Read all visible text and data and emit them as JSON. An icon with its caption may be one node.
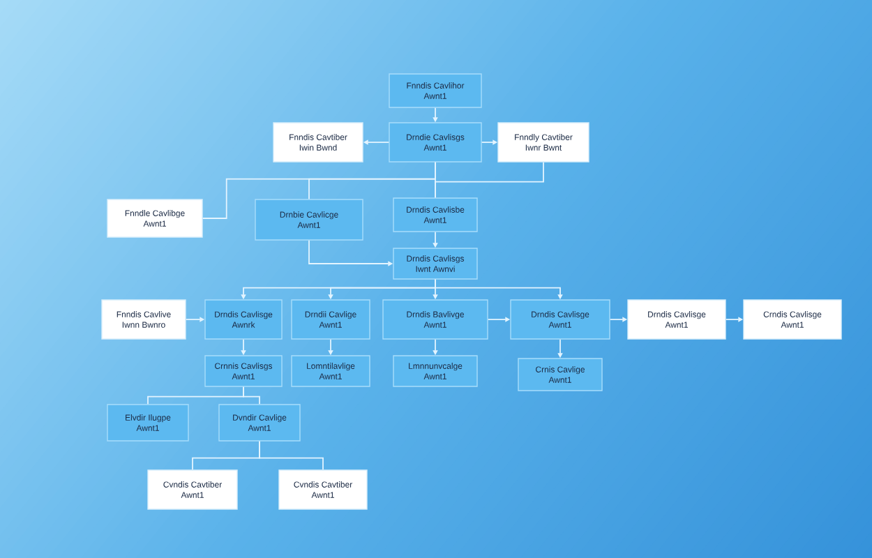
{
  "diagram": {
    "nodes": [
      {
        "text": [
          "Fnndis Cavlihor Awnt1"
        ]
      },
      {
        "text": [
          "Drndie Cavlisgs Awnt1"
        ]
      },
      {
        "text": [
          "Fnndis Cavtiber Iwin Bwnd"
        ]
      },
      {
        "text": [
          "Fnndly Cavtiber Iwnr Bwnt"
        ]
      },
      {
        "text": [
          "Fnndle Cavlibge Awnt1"
        ]
      },
      {
        "text": [
          "Drnbie Cavlicge Awnt1"
        ]
      },
      {
        "text": [
          "Drndis Cavlisbe Awnt1"
        ]
      },
      {
        "text": [
          "Drndis Cavlisgs Iwnt Awnvi"
        ]
      },
      {
        "text": [
          "Fnndis Cavlive Iwnn Bwnro"
        ]
      },
      {
        "text": [
          "Drndis Cavlisge Awnrk"
        ]
      },
      {
        "text": [
          "Drndii Cavlige Awnt1"
        ]
      },
      {
        "text": [
          "Drndis Bavlivge Awnt1"
        ]
      },
      {
        "text": [
          "Drndis Cavlisge Awnt1"
        ]
      },
      {
        "text": [
          "Drndis Cavlisge Awnt1"
        ]
      },
      {
        "text": [
          "Crndis Cavlisge Awnt1"
        ]
      },
      {
        "text": [
          "Crnnis Cavlisgs Awnt1"
        ]
      },
      {
        "text": [
          "Lomntilavlige Awnt1"
        ]
      },
      {
        "text": [
          "Lmnnunvcalge Awnt1"
        ]
      },
      {
        "text": [
          "Crnis Cavlige Awnt1"
        ]
      },
      {
        "text": [
          "Elvdir Ilugpe Awnt1"
        ]
      },
      {
        "text": [
          "Dvndir Cavlige Awnt1"
        ]
      },
      {
        "text": [
          "Cvndis Cavtiber Awnt1"
        ]
      },
      {
        "text": [
          "Cvndis Cavtiber Awnt1"
        ]
      }
    ],
    "edges": [
      {
        "from": 0,
        "to": 1,
        "arrow": "to"
      },
      {
        "from": 1,
        "to": 2,
        "arrow": "to"
      },
      {
        "from": 1,
        "to": 3,
        "arrow": "to"
      },
      {
        "from": 1,
        "to": 4,
        "arrow": "none"
      },
      {
        "from": 1,
        "to": 5,
        "arrow": "none"
      },
      {
        "from": 1,
        "to": 6,
        "arrow": "none"
      },
      {
        "from": 3,
        "to": 6,
        "arrow": "none"
      },
      {
        "from": 6,
        "to": 7,
        "arrow": "to"
      },
      {
        "from": 5,
        "to": 7,
        "arrow": "to"
      },
      {
        "from": 7,
        "to": 9,
        "arrow": "to"
      },
      {
        "from": 7,
        "to": 10,
        "arrow": "to"
      },
      {
        "from": 7,
        "to": 11,
        "arrow": "to"
      },
      {
        "from": 7,
        "to": 12,
        "arrow": "to"
      },
      {
        "from": 8,
        "to": 9,
        "arrow": "to"
      },
      {
        "from": 11,
        "to": 12,
        "arrow": "to"
      },
      {
        "from": 12,
        "to": 13,
        "arrow": "to"
      },
      {
        "from": 13,
        "to": 14,
        "arrow": "to"
      },
      {
        "from": 9,
        "to": 15,
        "arrow": "to"
      },
      {
        "from": 10,
        "to": 16,
        "arrow": "to"
      },
      {
        "from": 11,
        "to": 17,
        "arrow": "to"
      },
      {
        "from": 12,
        "to": 18,
        "arrow": "to"
      },
      {
        "from": 15,
        "to": 19,
        "arrow": "none"
      },
      {
        "from": 15,
        "to": 20,
        "arrow": "none"
      },
      {
        "from": 20,
        "to": 21,
        "arrow": "none"
      },
      {
        "from": 20,
        "to": 22,
        "arrow": "none"
      }
    ]
  }
}
